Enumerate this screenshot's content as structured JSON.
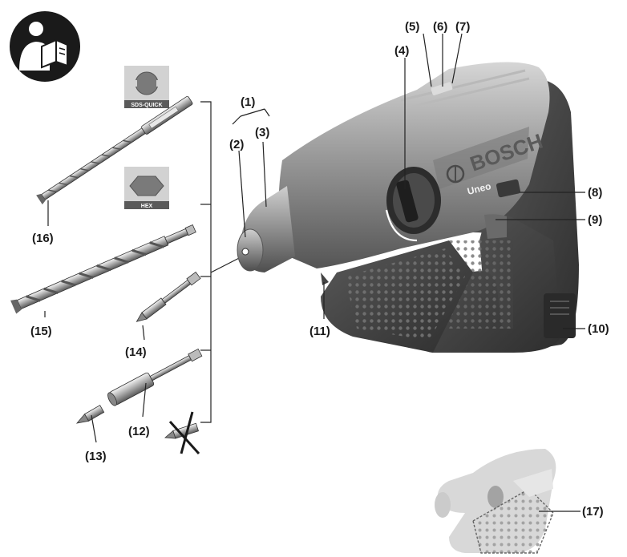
{
  "badges": {
    "sds_quick": "SDS-QUICK",
    "hex": "HEX"
  },
  "brand": "BOSCH",
  "model": "Uneo",
  "callouts": {
    "c1": "(1)",
    "c2": "(2)",
    "c3": "(3)",
    "c4": "(4)",
    "c5": "(5)",
    "c6": "(6)",
    "c7": "(7)",
    "c8": "(8)",
    "c9": "(9)",
    "c10": "(10)",
    "c11": "(11)",
    "c12": "(12)",
    "c13": "(13)",
    "c14": "(14)",
    "c15": "(15)",
    "c16": "(16)",
    "c17": "(17)"
  },
  "icons": {
    "manual": "read-manual-icon",
    "sds": "sds-quick-shank-icon",
    "hex": "hex-shank-icon",
    "not_allowed": "crossed-out-bit-icon"
  },
  "colors": {
    "body_grey": "#8c8c8c",
    "dark_grey": "#4a4a4a",
    "light_grey": "#cfcfcf",
    "ink": "#1a1a1a"
  }
}
